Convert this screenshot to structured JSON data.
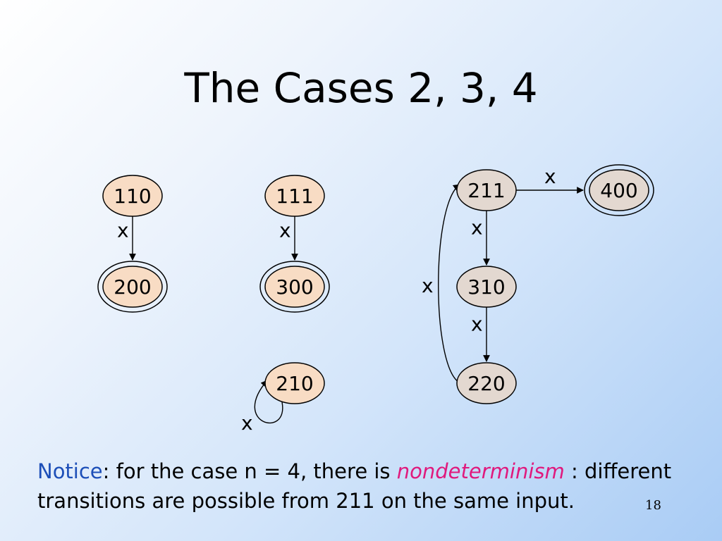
{
  "slide": {
    "title": "The Cases 2, 3, 4",
    "page_number": "18"
  },
  "notice": {
    "lead": "Notice",
    "text_before": ": for the case n = 4, there is ",
    "emphasis": "nondeterminism",
    "text_after": " : different transitions are possible from 211 on the same input."
  },
  "colors": {
    "node_fill_peach": "#f8dcc4",
    "node_fill_grey": "#e3d8d0",
    "node_stroke": "#000000",
    "notice": "#1d4fb8",
    "emphasis": "#e0197d"
  },
  "diagram": {
    "nodes": [
      {
        "id": "110",
        "label": "110",
        "accepting": false,
        "fill": "peach"
      },
      {
        "id": "200",
        "label": "200",
        "accepting": true,
        "fill": "peach"
      },
      {
        "id": "111",
        "label": "111",
        "accepting": false,
        "fill": "peach"
      },
      {
        "id": "300",
        "label": "300",
        "accepting": true,
        "fill": "peach"
      },
      {
        "id": "210",
        "label": "210",
        "accepting": false,
        "fill": "peach"
      },
      {
        "id": "211",
        "label": "211",
        "accepting": false,
        "fill": "grey"
      },
      {
        "id": "400",
        "label": "400",
        "accepting": true,
        "fill": "grey"
      },
      {
        "id": "310",
        "label": "310",
        "accepting": false,
        "fill": "grey"
      },
      {
        "id": "220",
        "label": "220",
        "accepting": false,
        "fill": "grey"
      }
    ],
    "edges": [
      {
        "from": "110",
        "to": "200",
        "label": "x"
      },
      {
        "from": "111",
        "to": "300",
        "label": "x"
      },
      {
        "from": "210",
        "to": "210",
        "label": "x"
      },
      {
        "from": "211",
        "to": "400",
        "label": "x"
      },
      {
        "from": "211",
        "to": "310",
        "label": "x"
      },
      {
        "from": "310",
        "to": "220",
        "label": "x"
      },
      {
        "from": "220",
        "to": "211",
        "label": "x"
      }
    ]
  }
}
